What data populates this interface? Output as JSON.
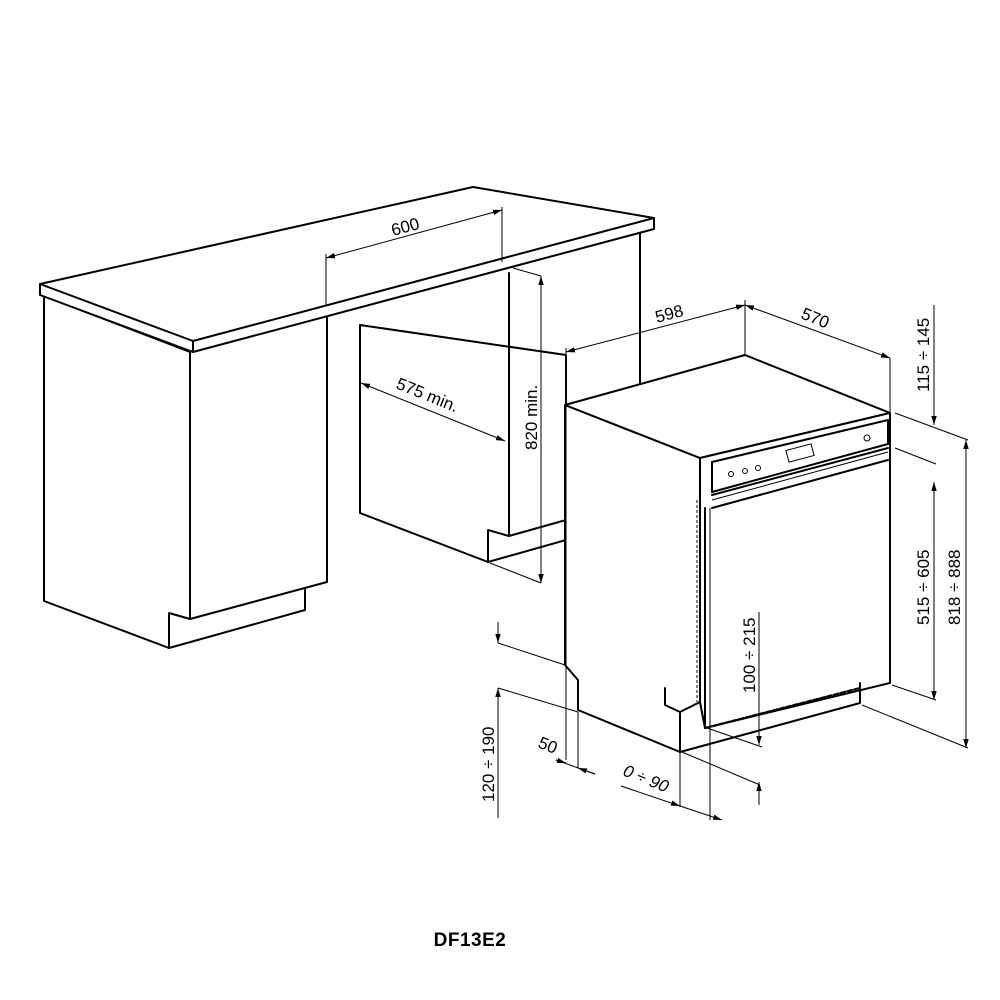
{
  "model": {
    "label": "DF13E2"
  },
  "colors": {
    "line": "#000000",
    "background": "#ffffff"
  },
  "dimensions": {
    "niche_width": "600",
    "niche_depth": "575 min.",
    "niche_height": "820 min.",
    "appliance_width": "598",
    "appliance_depth": "570",
    "top_clearance": "115 ÷ 145",
    "door_height": "515 ÷ 605",
    "total_height": "818 ÷ 888",
    "plinth_height_range": "100 ÷ 215",
    "foot_height": "120 ÷ 190",
    "plinth_setback": "50",
    "plinth_offset": "0 ÷ 90"
  },
  "objects": [
    {
      "name": "worktop",
      "label": ""
    },
    {
      "name": "left-cabinet",
      "label": ""
    },
    {
      "name": "right-cabinet-niche",
      "label": ""
    },
    {
      "name": "dishwasher",
      "label": ""
    }
  ]
}
